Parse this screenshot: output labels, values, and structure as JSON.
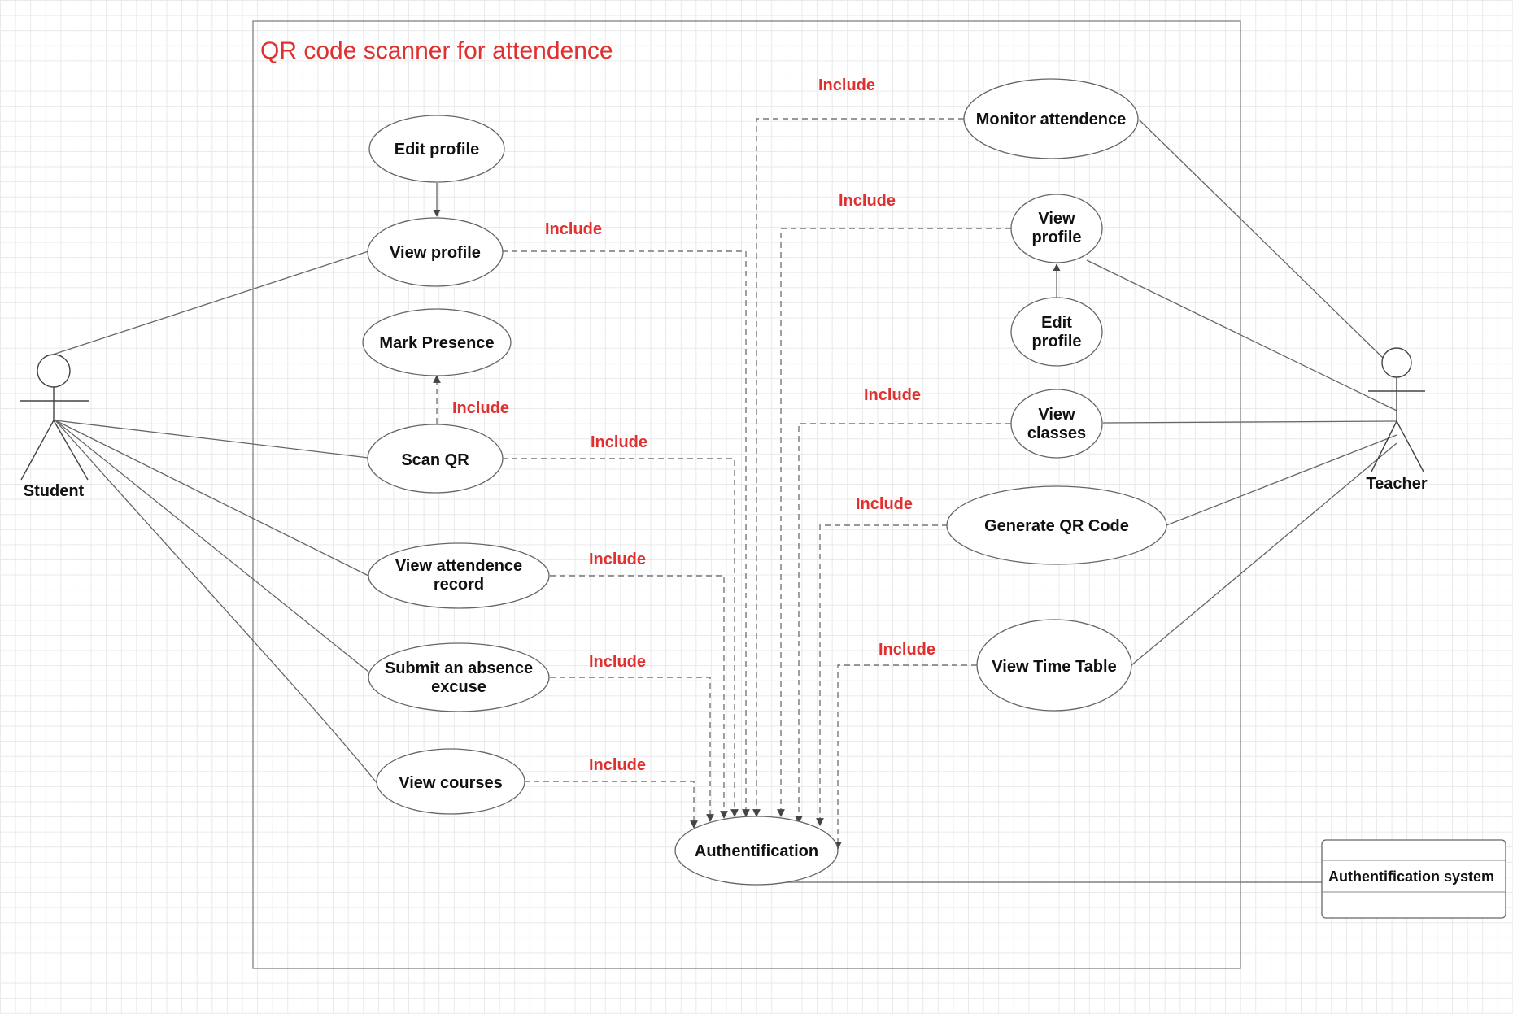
{
  "title": "QR code scanner for attendence",
  "colors": {
    "accent": "#e03131",
    "stroke": "#555555",
    "text": "#111111",
    "grid": "#e9e9e9"
  },
  "actors": {
    "student": {
      "name": "Student"
    },
    "teacher": {
      "name": "Teacher"
    }
  },
  "use_cases": {
    "edit_profile_student": "Edit profile",
    "view_profile_student": "View profile",
    "mark_presence": "Mark Presence",
    "scan_qr": "Scan QR",
    "view_attendence_record": [
      "View attendence",
      "record"
    ],
    "submit_absence_excuse": [
      "Submit an absence",
      "excuse"
    ],
    "view_courses": "View courses",
    "authentification": "Authentification",
    "monitor_attendence": "Monitor attendence",
    "view_profile_teacher": [
      "View",
      "profile"
    ],
    "edit_profile_teacher": [
      "Edit",
      "profile"
    ],
    "view_classes": [
      "View",
      "classes"
    ],
    "generate_qr_code": "Generate QR Code",
    "view_time_table": "View Time Table"
  },
  "relation_label": "Include",
  "external_system": {
    "name": "Authentification system"
  }
}
